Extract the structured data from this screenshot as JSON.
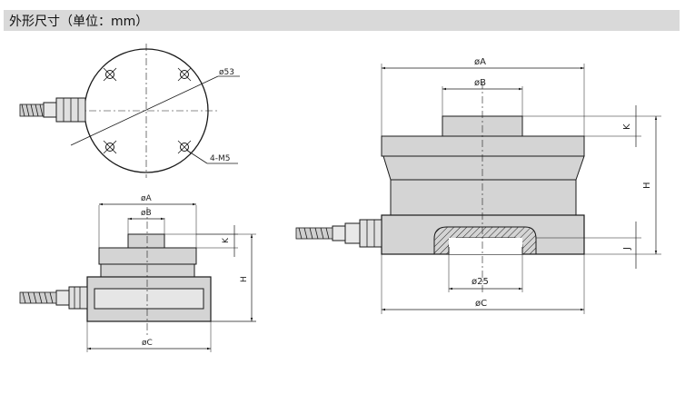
{
  "header": {
    "title": "外形尺寸（单位：mm）"
  },
  "top_view": {
    "dia_label": "ø53",
    "thread_label": "4-M5"
  },
  "front_view_small": {
    "a": "øA",
    "b": "øB",
    "c": "øC",
    "h": "H",
    "k": "K"
  },
  "front_view_large": {
    "a": "øA",
    "b": "øB",
    "c": "øC",
    "h": "H",
    "k": "K",
    "j": "J",
    "bore": "ø25"
  },
  "colors": {
    "body_fill": "#d4d4d4",
    "panel_fill": "#e6e6e6",
    "line": "#1a1a1a",
    "header_bg": "#d9d9d9",
    "hatch": "#222222"
  }
}
